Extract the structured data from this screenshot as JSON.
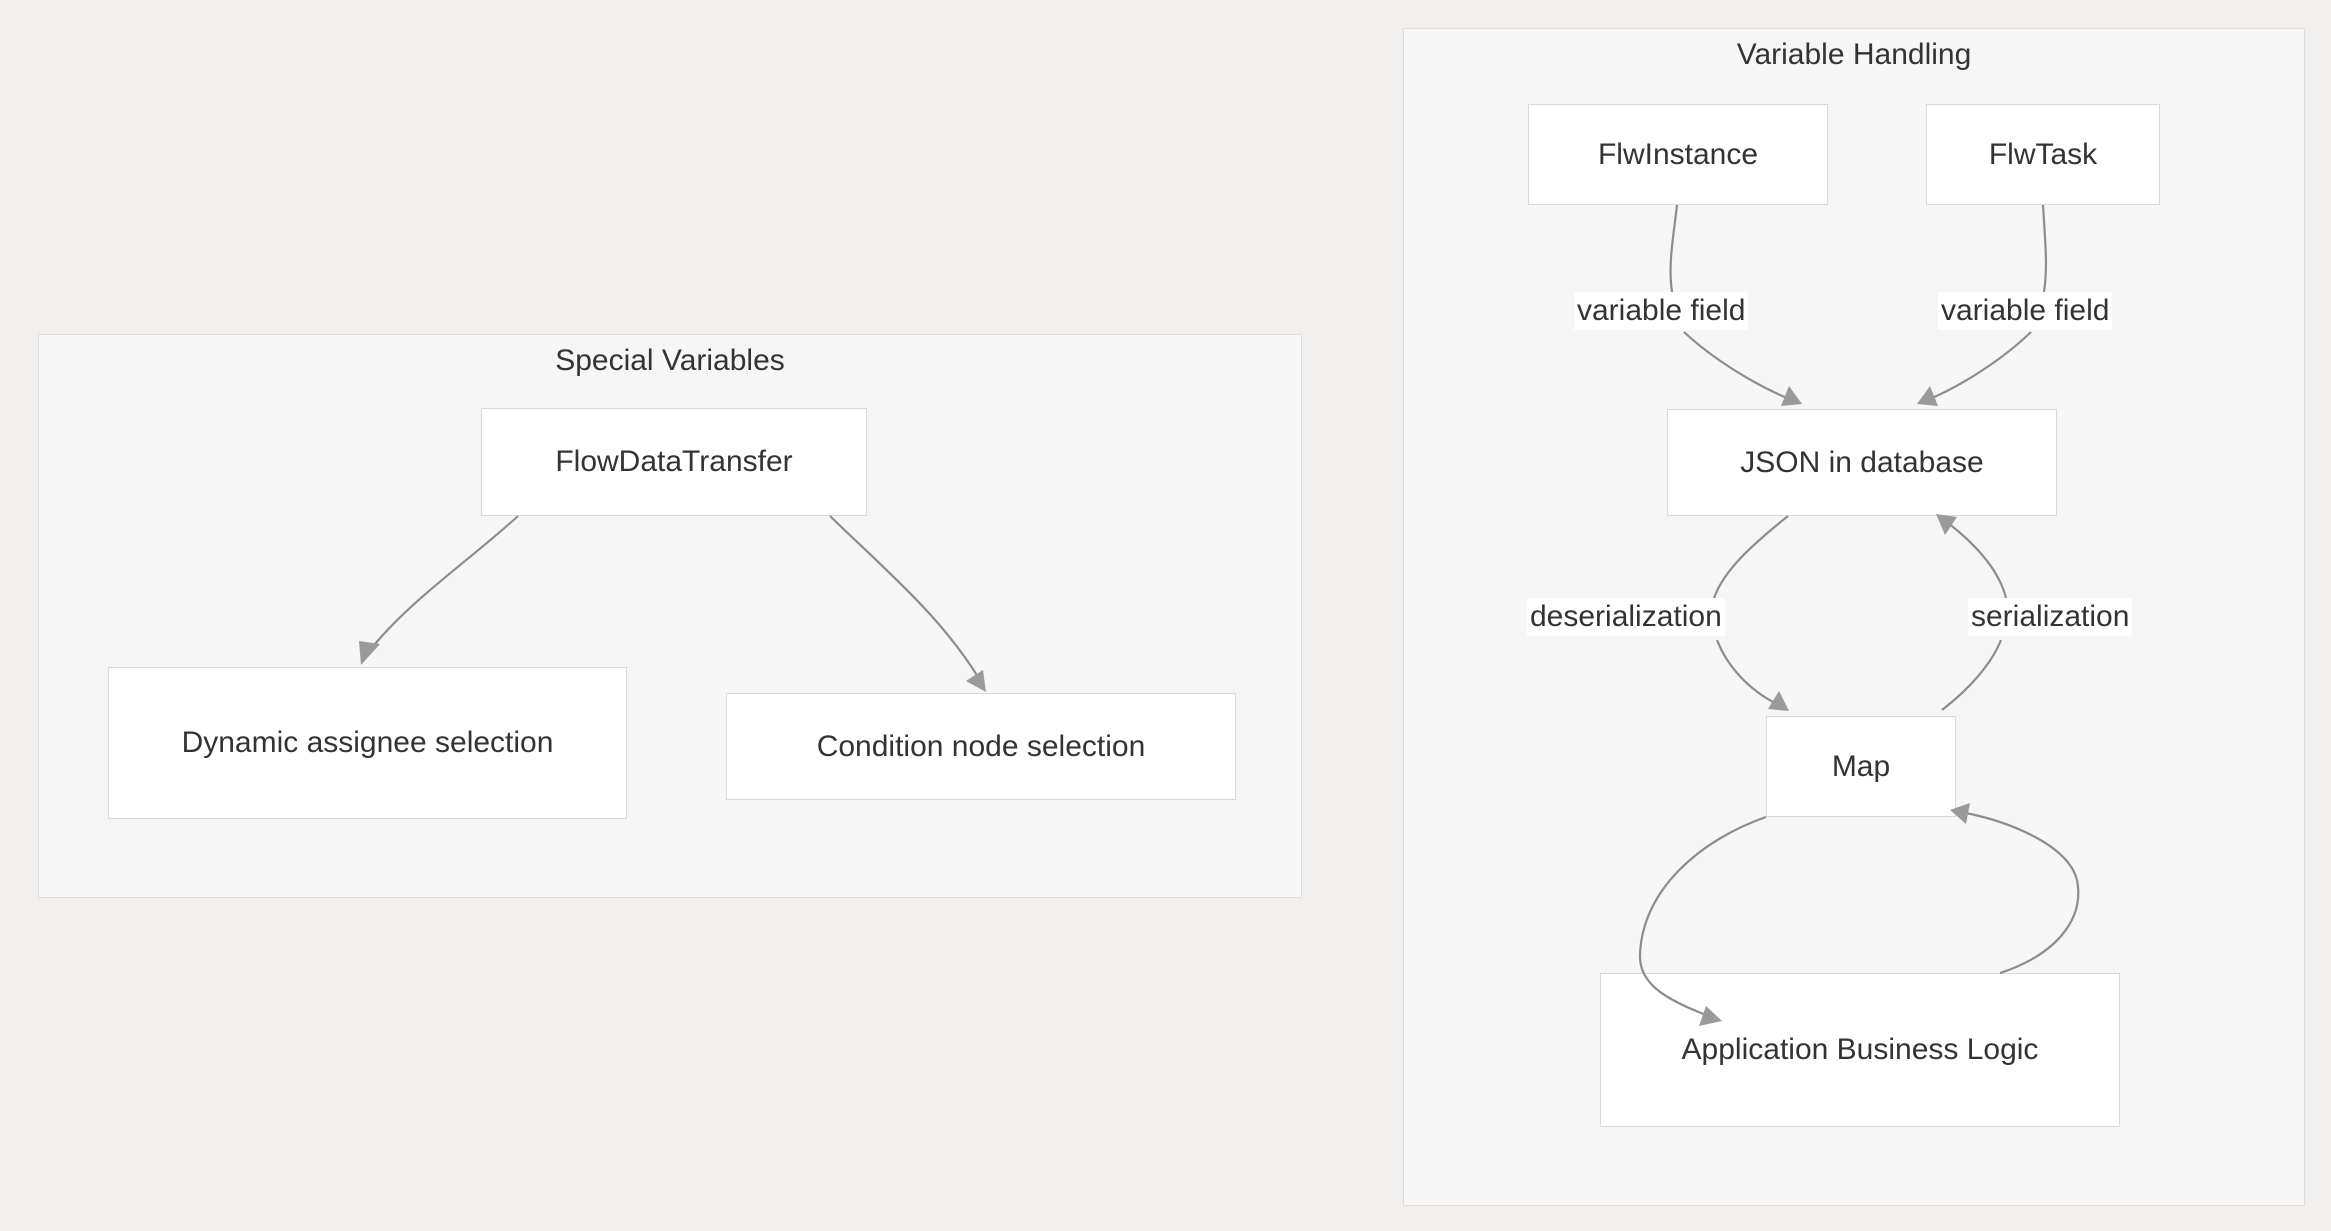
{
  "diagram": {
    "type": "flowchart",
    "background_color": "#f0efee",
    "cluster_fill": "#f6f6f6",
    "cluster_border": "#dcdcdc",
    "node_fill": "#ffffff",
    "node_border": "#d9d9d9",
    "edge_color": "#8c8c8c",
    "text_color": "#333333",
    "clusters": [
      {
        "id": "special-variables",
        "title": "Special Variables",
        "nodes": [
          {
            "id": "flow-data-transfer",
            "label": "FlowDataTransfer"
          },
          {
            "id": "dynamic-assignee-selection",
            "label": "Dynamic assignee selection"
          },
          {
            "id": "condition-node-selection",
            "label": "Condition node selection"
          }
        ],
        "edges": [
          {
            "from": "flow-data-transfer",
            "to": "dynamic-assignee-selection",
            "label": ""
          },
          {
            "from": "flow-data-transfer",
            "to": "condition-node-selection",
            "label": ""
          }
        ]
      },
      {
        "id": "variable-handling",
        "title": "Variable Handling",
        "nodes": [
          {
            "id": "flw-instance",
            "label": "FlwInstance"
          },
          {
            "id": "flw-task",
            "label": "FlwTask"
          },
          {
            "id": "json-in-database",
            "label": "JSON in database"
          },
          {
            "id": "map",
            "label": "Map"
          },
          {
            "id": "application-business-logic",
            "label": "Application Business Logic"
          }
        ],
        "edges": [
          {
            "from": "flw-instance",
            "to": "json-in-database",
            "label": "variable field"
          },
          {
            "from": "flw-task",
            "to": "json-in-database",
            "label": "variable field"
          },
          {
            "from": "json-in-database",
            "to": "map",
            "label": "deserialization"
          },
          {
            "from": "map",
            "to": "json-in-database",
            "label": "serialization"
          },
          {
            "from": "map",
            "to": "application-business-logic",
            "label": ""
          },
          {
            "from": "application-business-logic",
            "to": "map",
            "label": ""
          }
        ]
      }
    ]
  },
  "labels": {
    "special_variables_title": "Special Variables",
    "variable_handling_title": "Variable Handling",
    "flow_data_transfer": "FlowDataTransfer",
    "dynamic_assignee_selection": "Dynamic assignee selection",
    "condition_node_selection": "Condition node selection",
    "flw_instance": "FlwInstance",
    "flw_task": "FlwTask",
    "json_in_database": "JSON in database",
    "map": "Map",
    "application_business_logic": "Application Business Logic",
    "variable_field_left": "variable field",
    "variable_field_right": "variable field",
    "deserialization": "deserialization",
    "serialization": "serialization"
  }
}
